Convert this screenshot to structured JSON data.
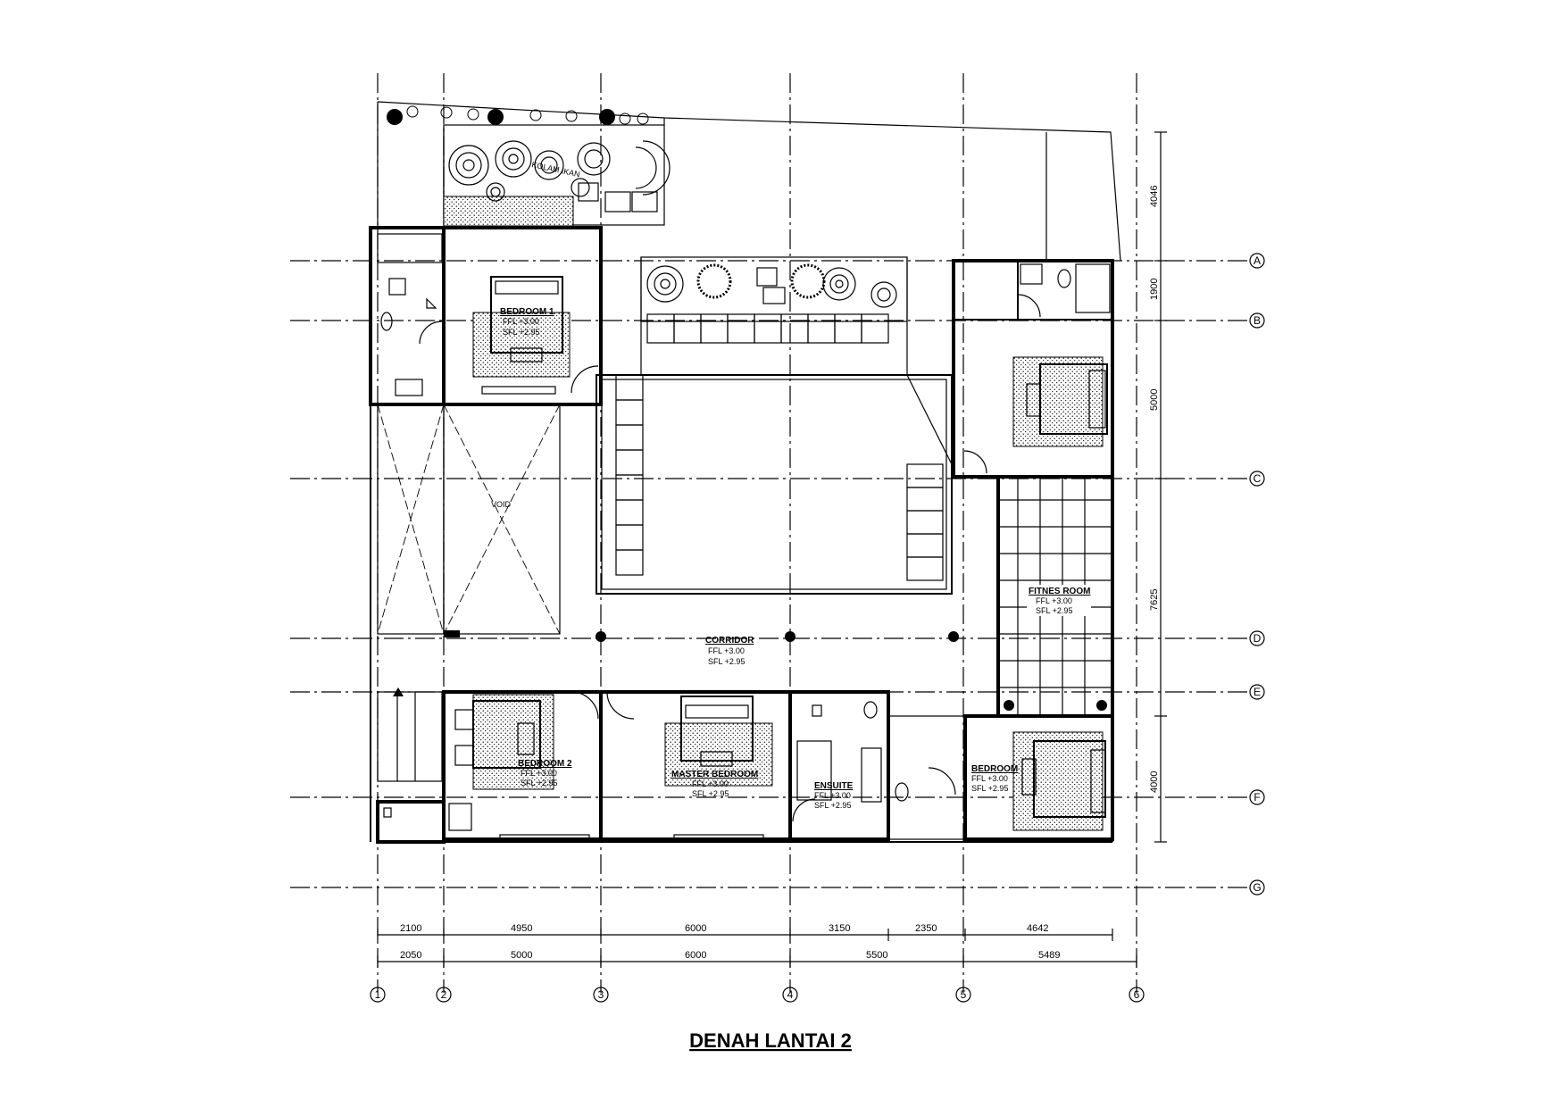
{
  "title": "DENAH LANTAI 2",
  "vertical_axes": [
    "1",
    "2",
    "3",
    "4",
    "5",
    "6"
  ],
  "horizontal_axes": [
    "A",
    "B",
    "C",
    "D",
    "E",
    "F",
    "G"
  ],
  "dims_bottom_row1": [
    "2100",
    "4950",
    "6000",
    "3150",
    "2350",
    "4642"
  ],
  "dims_bottom_row2": [
    "2050",
    "5000",
    "6000",
    "5500",
    "5489"
  ],
  "dims_right": [
    "4046",
    "1900",
    "5000",
    "7625",
    "4000"
  ],
  "rooms": {
    "kolam": {
      "name": "KOLAM IKAN"
    },
    "bedroom1": {
      "name": "BEDROOM 1",
      "ffl": "FFL  +3.00",
      "sfl": "SFL  +2.95"
    },
    "void": {
      "name": "VOID"
    },
    "corridor": {
      "name": "CORRIDOR",
      "ffl": "FFL  +3.00",
      "sfl": "SFL  +2.95"
    },
    "fitness": {
      "name": "FITNES ROOM",
      "ffl": "FFL  +3.00",
      "sfl": "SFL  +2.95"
    },
    "bedroom2": {
      "name": "BEDROOM 2",
      "ffl": "FFL  +3.00",
      "sfl": "SFL  +2.95"
    },
    "master": {
      "name": "MASTER BEDROOM",
      "ffl": "FFL  +3.00",
      "sfl": "SFL  +2.95"
    },
    "ensuite": {
      "name": "ENSUITE",
      "ffl": "FFL  +3.00",
      "sfl": "SFL  +2.95"
    },
    "bedroom": {
      "name": "BEDROOM",
      "ffl": "FFL  +3.00",
      "sfl": "SFL  +2.95"
    }
  }
}
